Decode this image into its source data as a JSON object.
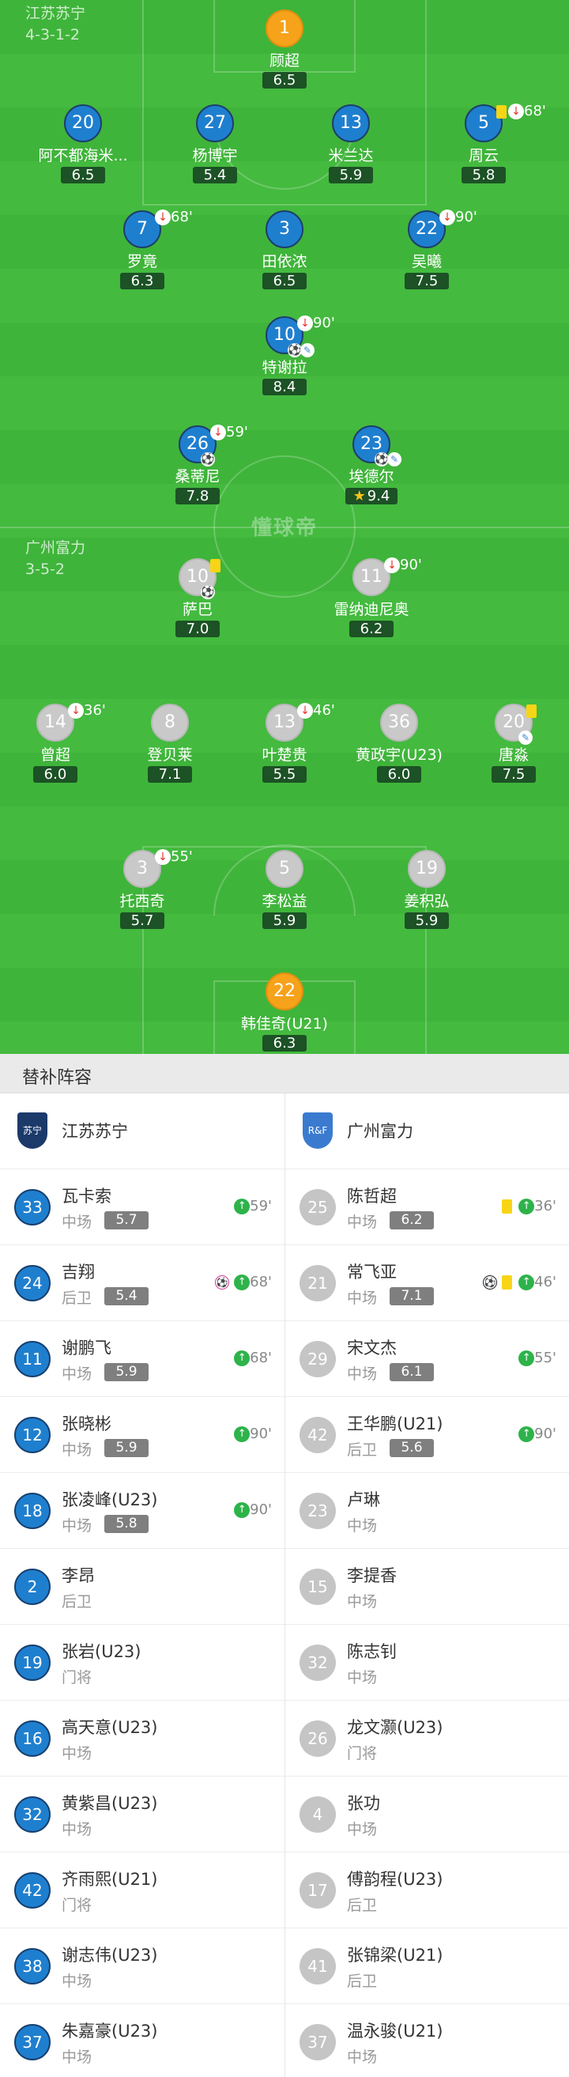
{
  "home": {
    "name": "江苏苏宁",
    "formation": "4-3-1-2",
    "color": "#1f7fcf"
  },
  "away": {
    "name": "广州富力",
    "formation": "3-5-2"
  },
  "watermark": "懂球帝",
  "pitch_players": [
    {
      "num": "1",
      "name": "顾超",
      "rating": "6.5",
      "style": "orange"
    },
    {
      "num": "20",
      "name": "阿不都海米...",
      "rating": "6.5",
      "style": "blue"
    },
    {
      "num": "27",
      "name": "杨博宇",
      "rating": "5.4",
      "style": "blue"
    },
    {
      "num": "13",
      "name": "米兰达",
      "rating": "5.9",
      "style": "blue"
    },
    {
      "num": "5",
      "name": "周云",
      "rating": "5.8",
      "style": "blue",
      "yellow": true,
      "sub_out": "68'"
    },
    {
      "num": "7",
      "name": "罗竟",
      "rating": "6.3",
      "style": "blue",
      "sub_out": "68'"
    },
    {
      "num": "3",
      "name": "田依浓",
      "rating": "6.5",
      "style": "blue"
    },
    {
      "num": "22",
      "name": "吴曦",
      "rating": "7.5",
      "style": "blue",
      "sub_out": "90'"
    },
    {
      "num": "10",
      "name": "特谢拉",
      "rating": "8.4",
      "style": "blue",
      "sub_out": "90'",
      "goal": true,
      "assist": true
    },
    {
      "num": "26",
      "name": "桑蒂尼",
      "rating": "7.8",
      "style": "blue",
      "sub_out": "59'",
      "goal": true
    },
    {
      "num": "23",
      "name": "埃德尔",
      "rating": "9.4",
      "style": "blue",
      "star": true,
      "goal": true,
      "assist": true
    },
    {
      "num": "10",
      "name": "萨巴",
      "rating": "7.0",
      "style": "grey",
      "yellow": true,
      "goal": true
    },
    {
      "num": "11",
      "name": "雷纳迪尼奥",
      "rating": "6.2",
      "style": "grey",
      "sub_out": "90'"
    },
    {
      "num": "14",
      "name": "曾超",
      "rating": "6.0",
      "style": "grey",
      "sub_out": "36'"
    },
    {
      "num": "8",
      "name": "登贝莱",
      "rating": "7.1",
      "style": "grey"
    },
    {
      "num": "13",
      "name": "叶楚贵",
      "rating": "5.5",
      "style": "grey",
      "sub_out": "46'"
    },
    {
      "num": "36",
      "name": "黄政宇(U23)",
      "rating": "6.0",
      "style": "grey"
    },
    {
      "num": "20",
      "name": "唐淼",
      "rating": "7.5",
      "style": "grey",
      "yellow": true,
      "assist": true
    },
    {
      "num": "3",
      "name": "托西奇",
      "rating": "5.7",
      "style": "grey",
      "sub_out": "55'"
    },
    {
      "num": "5",
      "name": "李松益",
      "rating": "5.9",
      "style": "grey"
    },
    {
      "num": "19",
      "name": "姜积弘",
      "rating": "5.9",
      "style": "grey"
    },
    {
      "num": "22",
      "name": "韩佳奇(U21)",
      "rating": "6.3",
      "style": "orange"
    }
  ],
  "subs": {
    "title": "替补阵容",
    "home_logo": "苏宁",
    "away_logo": "R&F",
    "home": [
      {
        "num": "33",
        "name": "瓦卡索",
        "pos": "中场",
        "rating": "5.7",
        "minute": "59'"
      },
      {
        "num": "24",
        "name": "吉翔",
        "pos": "后卫",
        "rating": "5.4",
        "minute": "68'",
        "goal": true
      },
      {
        "num": "11",
        "name": "谢鹏飞",
        "pos": "中场",
        "rating": "5.9",
        "minute": "68'"
      },
      {
        "num": "12",
        "name": "张晓彬",
        "pos": "中场",
        "rating": "5.9",
        "minute": "90'"
      },
      {
        "num": "18",
        "name": "张凌峰(U23)",
        "pos": "中场",
        "rating": "5.8",
        "minute": "90'"
      },
      {
        "num": "2",
        "name": "李昂",
        "pos": "后卫"
      },
      {
        "num": "19",
        "name": "张岩(U23)",
        "pos": "门将"
      },
      {
        "num": "16",
        "name": "高天意(U23)",
        "pos": "中场"
      },
      {
        "num": "32",
        "name": "黄紫昌(U23)",
        "pos": "中场"
      },
      {
        "num": "42",
        "name": "齐雨熙(U21)",
        "pos": "门将"
      },
      {
        "num": "38",
        "name": "谢志伟(U23)",
        "pos": "中场"
      },
      {
        "num": "37",
        "name": "朱嘉豪(U23)",
        "pos": "中场"
      }
    ],
    "away": [
      {
        "num": "25",
        "name": "陈哲超",
        "pos": "中场",
        "rating": "6.2",
        "minute": "36'",
        "yellow": true
      },
      {
        "num": "21",
        "name": "常飞亚",
        "pos": "中场",
        "rating": "7.1",
        "minute": "46'",
        "yellow": true,
        "goal": true
      },
      {
        "num": "29",
        "name": "宋文杰",
        "pos": "中场",
        "rating": "6.1",
        "minute": "55'"
      },
      {
        "num": "42",
        "name": "王华鹏(U21)",
        "pos": "后卫",
        "rating": "5.6",
        "minute": "90'"
      },
      {
        "num": "23",
        "name": "卢琳",
        "pos": "中场"
      },
      {
        "num": "15",
        "name": "李提香",
        "pos": "中场"
      },
      {
        "num": "32",
        "name": "陈志钊",
        "pos": "中场"
      },
      {
        "num": "26",
        "name": "龙文灏(U23)",
        "pos": "门将"
      },
      {
        "num": "4",
        "name": "张功",
        "pos": "中场"
      },
      {
        "num": "17",
        "name": "傅韵程(U23)",
        "pos": "后卫"
      },
      {
        "num": "41",
        "name": "张锦梁(U21)",
        "pos": "后卫"
      },
      {
        "num": "37",
        "name": "温永骏(U21)",
        "pos": "中场"
      }
    ]
  }
}
